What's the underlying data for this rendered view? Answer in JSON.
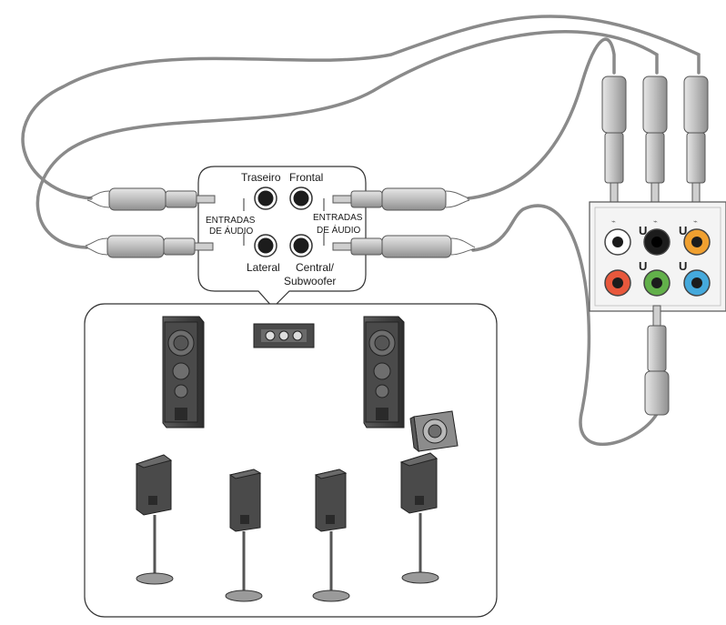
{
  "callout": {
    "label_rear": "Traseiro",
    "label_front": "Frontal",
    "label_side": "Lateral",
    "label_center": "Central/",
    "label_center2": "Subwoofer",
    "left_inputs_line1": "ENTRADAS",
    "left_inputs_line2": "DE ÁUDIO",
    "right_inputs_line1": "ENTRADAS",
    "right_inputs_line2": "DE ÁUDIO"
  },
  "colors": {
    "port_black": "#1c1c1c",
    "port_orange": "#f0a030",
    "port_red": "#e8583c",
    "port_green": "#62b04a",
    "port_blue": "#45a9dc",
    "port_white": "#ffffff",
    "cable": "#8a8a8a",
    "speaker_dark": "#3a3a3a"
  },
  "icons": [
    "audio-port-icon",
    "speaker-icon",
    "subwoofer-icon",
    "rca-plug-icon",
    "tower-speaker-icon"
  ]
}
